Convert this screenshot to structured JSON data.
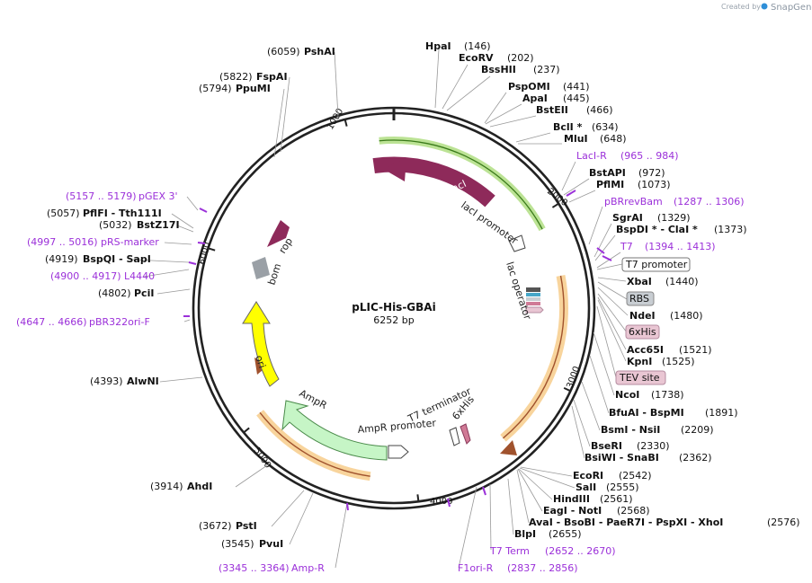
{
  "brand": {
    "created_by": "Created by",
    "name": "SnapGene"
  },
  "plasmid": {
    "name": "pLIC-His-GBAi",
    "size": "6252 bp",
    "length": 6252
  },
  "ticks": [
    {
      "pos": 1000,
      "label": "1000"
    },
    {
      "pos": 2000,
      "label": "2000"
    },
    {
      "pos": 3000,
      "label": "3000"
    },
    {
      "pos": 4000,
      "label": "4000"
    },
    {
      "pos": 5000,
      "label": "5000"
    },
    {
      "pos": 6000,
      "label": "6000"
    }
  ],
  "sites": [
    {
      "name": "HpaI",
      "pos": "(146)"
    },
    {
      "name": "EcoRV",
      "pos": "(202)"
    },
    {
      "name": "BssHII",
      "pos": "(237)"
    },
    {
      "name": "PspOMI",
      "pos": "(441)"
    },
    {
      "name": "ApaI",
      "pos": "(445)"
    },
    {
      "name": "BstEII",
      "pos": "(466)"
    },
    {
      "name": "BclI *",
      "pos": "(634)"
    },
    {
      "name": "MluI",
      "pos": "(648)"
    },
    {
      "name": "BstAPI",
      "pos": "(972)"
    },
    {
      "name": "PflMI",
      "pos": "(1073)"
    },
    {
      "name": "SgrAI",
      "pos": "(1329)"
    },
    {
      "name": "BspDI *  -  ClaI *",
      "pos": "(1373)"
    },
    {
      "name": "XbaI",
      "pos": "(1440)"
    },
    {
      "name": "NdeI",
      "pos": "(1480)"
    },
    {
      "name": "Acc65I",
      "pos": "(1521)"
    },
    {
      "name": "KpnI",
      "pos": "(1525)"
    },
    {
      "name": "NcoI",
      "pos": "(1738)"
    },
    {
      "name": "BfuAI  -  BspMI",
      "pos": "(1891)"
    },
    {
      "name": "BsmI  -  NsiI",
      "pos": "(2209)"
    },
    {
      "name": "BseRI",
      "pos": "(2330)"
    },
    {
      "name": "BsiWI  -  SnaBI",
      "pos": "(2362)"
    },
    {
      "name": "EcoRI",
      "pos": "(2542)"
    },
    {
      "name": "SalI",
      "pos": "(2555)"
    },
    {
      "name": "HindIII",
      "pos": "(2561)"
    },
    {
      "name": "EagI  -  NotI",
      "pos": "(2568)"
    },
    {
      "name": "AvaI  -  BsoBI  -  PaeR7I  -  PspXI  -  XhoI",
      "pos": "(2576)"
    },
    {
      "name": "BlpI",
      "pos": "(2655)"
    },
    {
      "name": "AhdI",
      "pos": "(3914)"
    },
    {
      "name": "PstI",
      "pos": "(3672)"
    },
    {
      "name": "PvuI",
      "pos": "(3545)"
    },
    {
      "name": "AlwNI",
      "pos": "(4393)"
    },
    {
      "name": "PciI",
      "pos": "(4802)"
    },
    {
      "name": "BspQI  -  SapI",
      "pos": "(4919)"
    },
    {
      "name": "BstZ17I",
      "pos": "(5032)"
    },
    {
      "name": "PflFI  -  Tth111I",
      "pos": "(5057)"
    },
    {
      "name": "PpuMI",
      "pos": "(5794)"
    },
    {
      "name": "FspAI",
      "pos": "(5822)"
    },
    {
      "name": "PshAI",
      "pos": "(6059)"
    }
  ],
  "primers": [
    {
      "name": "LacI-R",
      "range": "(965 .. 984)"
    },
    {
      "name": "pBRrevBam",
      "range": "(1287 .. 1306)"
    },
    {
      "name": "T7",
      "range": "(1394 .. 1413)"
    },
    {
      "name": "T7 Term",
      "range": "(2652 .. 2670)"
    },
    {
      "name": "F1ori-R",
      "range": "(2837 .. 2856)"
    },
    {
      "name": "Amp-R",
      "range": "(3345 .. 3364)"
    },
    {
      "name": "pBR322ori-F",
      "range": "(4647 .. 4666)"
    },
    {
      "name": "L4440",
      "range": "(4900 .. 4917)"
    },
    {
      "name": "pRS-marker",
      "range": "(4997 .. 5016)"
    },
    {
      "name": "pGEX 3'",
      "range": "(5157 .. 5179)"
    }
  ],
  "boxed_features": [
    {
      "name": "T7 promoter",
      "color": "#ffffff"
    },
    {
      "name": "RBS",
      "color": "#c8cdd2"
    },
    {
      "name": "6xHis",
      "color": "#e9c6d3"
    },
    {
      "name": "TEV site",
      "color": "#e9c6d3"
    }
  ],
  "map_features": [
    {
      "name": "lacI",
      "color": "#8e2a5a"
    },
    {
      "name": "lacI promoter",
      "color": "#ffffff"
    },
    {
      "name": "lac operator",
      "color": "#ffffff"
    },
    {
      "name": "rop",
      "color": "#8e2a5a"
    },
    {
      "name": "bom",
      "color": "#9aa0a6"
    },
    {
      "name": "ori",
      "color": "#ffff00"
    },
    {
      "name": "AmpR",
      "color": "#c6f5c6"
    },
    {
      "name": "AmpR promoter",
      "color": "#ffffff"
    },
    {
      "name": "T7 terminator",
      "color": "#ffffff"
    },
    {
      "name": "6xHis",
      "color": "#d07a96"
    }
  ],
  "colors": {
    "primer": "#9b30d9",
    "backbone": "#222222",
    "insert_highlight": "#f2b04a",
    "lac_highlight": "#8fd14f"
  }
}
